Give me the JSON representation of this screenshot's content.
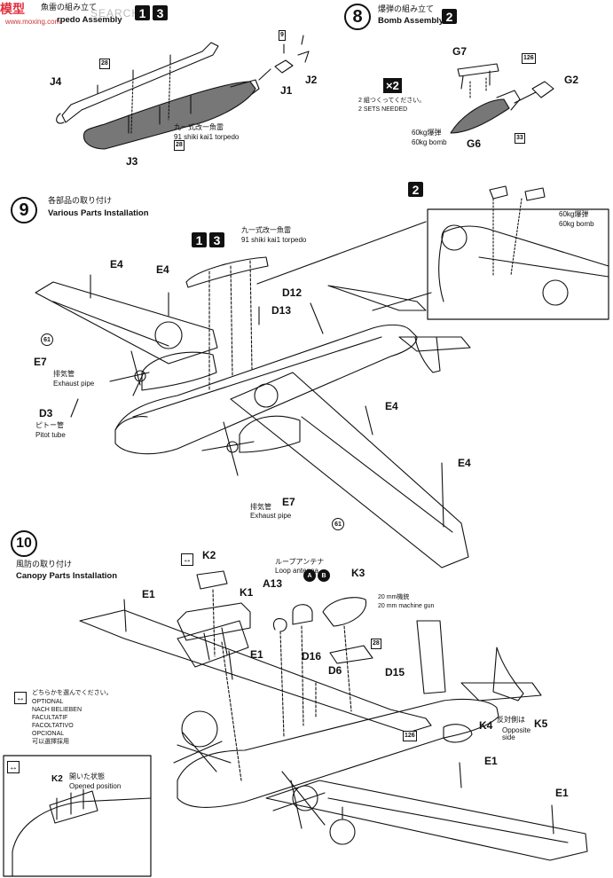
{
  "watermark": {
    "brand": "模型",
    "brand2": "",
    "url": "www.moxing.com",
    "search": "SEARCH"
  },
  "steps": {
    "s7": {
      "jp": "魚雷の組み立て",
      "en": "Torpedo Assembly",
      "en_partial": "rpedo Assembly",
      "boxes": [
        "1",
        "3"
      ]
    },
    "s8": {
      "num": "8",
      "jp": "爆弾の組み立て",
      "en": "Bomb Assembly",
      "box": "2"
    },
    "s9": {
      "num": "9",
      "jp": "各部品の取り付け",
      "en": "Various Parts Installation"
    },
    "s10": {
      "num": "10",
      "jp": "風防の取り付け",
      "en": "Canopy Parts Installation"
    }
  },
  "torpedo": {
    "labels": [
      "J4",
      "J1",
      "J2",
      "J3"
    ],
    "refs": [
      "28",
      "9",
      "28"
    ],
    "desc_jp": "九一式改一魚雷",
    "desc_en": "91 shiki kai1 torpedo"
  },
  "bomb": {
    "labels": [
      "G7",
      "G2",
      "G6"
    ],
    "refs": [
      "126",
      "33"
    ],
    "x2": "×2",
    "note_jp": "2 組つくってください。",
    "note_en": "2 SETS NEEDED",
    "desc_jp": "60kg爆弾",
    "desc_en": "60kg bomb"
  },
  "install": {
    "labels": [
      "E4",
      "E4",
      "E4",
      "E4",
      "D12",
      "D13",
      "E7",
      "E7",
      "D3"
    ],
    "refs": [
      "61",
      "61"
    ],
    "exhaust_jp": "排気管",
    "exhaust_en": "Exhaust pipe",
    "pitot_jp": "ピトー管",
    "pitot_en": "Pitot tube",
    "torpedo_jp": "九一式改一魚雷",
    "torpedo_en": "91 shiki kai1 torpedo",
    "inset_box": "2",
    "inset_jp": "60kg爆弾",
    "inset_en": "60kg bomb"
  },
  "canopy": {
    "labels": [
      "K2",
      "K1",
      "A13",
      "K3",
      "E1",
      "E1",
      "D16",
      "D6",
      "D15",
      "K4",
      "K5",
      "E1",
      "E1"
    ],
    "refs": [
      "28",
      "126"
    ],
    "abs": [
      "A",
      "B"
    ],
    "loop_jp": "ループアンテナ",
    "loop_en": "Loop antenna",
    "gun_jp": "20 mm機銃",
    "gun_en": "20 mm machine gun",
    "opposite_jp": "反対側は",
    "opposite_en": "Opposite side",
    "optional": [
      "どちらかを選んでください。",
      "OPTIONAL",
      "NACH BELIEBEN",
      "FACULTATIF",
      "FACOLTATIVO",
      "OPCIONAL",
      "可以選擇採用"
    ],
    "opened_jp": "開いた状態",
    "opened_en": "Opened position",
    "opened_label": "K2"
  },
  "colors": {
    "ink": "#111111",
    "watermark_red": "#e0303f",
    "watermark_green": "#2a9f3a"
  }
}
